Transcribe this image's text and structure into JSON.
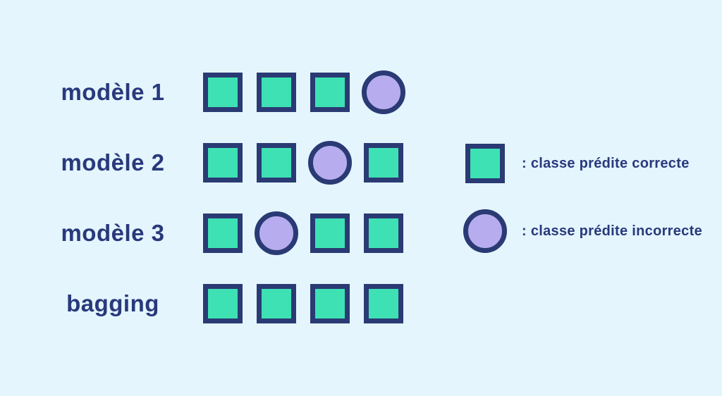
{
  "colors": {
    "background": "#e4f5fd",
    "border_navy": "#2a3a74",
    "text_navy": "#28397c",
    "correct_fill_teal": "#3ee1b4",
    "incorrect_fill_purple": "#b7adee"
  },
  "rows": [
    {
      "label": "modèle 1",
      "shapes": [
        "square",
        "square",
        "square",
        "circle"
      ]
    },
    {
      "label": "modèle 2",
      "shapes": [
        "square",
        "square",
        "circle",
        "square"
      ]
    },
    {
      "label": "modèle 3",
      "shapes": [
        "square",
        "circle",
        "square",
        "square"
      ]
    },
    {
      "label": "bagging",
      "shapes": [
        "square",
        "square",
        "square",
        "square"
      ]
    }
  ],
  "legend": [
    {
      "shape": "square",
      "label": ": classe prédite correcte"
    },
    {
      "shape": "circle",
      "label": ": classe prédite incorrecte"
    }
  ]
}
